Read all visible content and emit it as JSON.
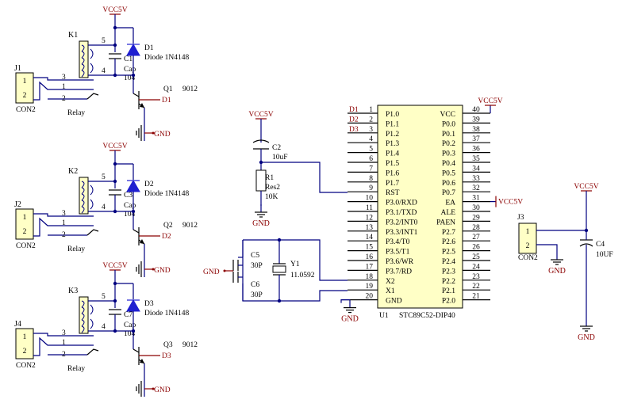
{
  "colors": {
    "wire": "#000080",
    "net": "#8b0000",
    "body": "#ffffc6",
    "diode": "#1f1fd0",
    "text": "#000000"
  },
  "nets": {
    "vcc": "VCC5V",
    "gnd": "GND",
    "d1": "D1",
    "d2": "D2",
    "d3": "D3"
  },
  "relay_stages": [
    {
      "relay": "K1",
      "jack": "J1",
      "jack_type": "CON2",
      "relay_type": "Relay",
      "cap": "C1",
      "cap_value": "Cap",
      "cap_extra": "104",
      "diode": "D1",
      "diode_type": "Diode 1N4148",
      "transistor": "Q1",
      "transistor_type": "9012",
      "drive_net": "D1"
    },
    {
      "relay": "K2",
      "jack": "J2",
      "jack_type": "CON2",
      "relay_type": "Relay",
      "cap": "C3",
      "cap_value": "Cap",
      "cap_extra": "104",
      "diode": "D2",
      "diode_type": "Diode 1N4148",
      "transistor": "Q2",
      "transistor_type": "9012",
      "drive_net": "D2"
    },
    {
      "relay": "K3",
      "jack": "J4",
      "jack_type": "CON2",
      "relay_type": "Relay",
      "cap": "C7",
      "cap_value": "Cap",
      "cap_extra": "104",
      "diode": "D3",
      "diode_type": "Diode 1N4148",
      "transistor": "Q3",
      "transistor_type": "9012",
      "drive_net": "D3"
    }
  ],
  "relay_pins": {
    "coil_top": "5",
    "coil_bottom": "4",
    "contact_1": "3",
    "contact_2": "1",
    "contact_3": "2"
  },
  "jack_pins": [
    "1",
    "2"
  ],
  "reset": {
    "cap": "C2",
    "cap_value": "10uF",
    "res": "R1",
    "res_type": "Res2",
    "res_value": "10K"
  },
  "crystal": {
    "c5": "C5",
    "c5_value": "30P",
    "c6": "C6",
    "c6_value": "30P",
    "xtal": "Y1",
    "xtal_value": "11.0592"
  },
  "mcu": {
    "ref": "U1",
    "part": "STC89C52-DIP40",
    "left_pins": [
      {
        "num": "1",
        "name": "P1.0",
        "net": "D1"
      },
      {
        "num": "2",
        "name": "P1.1",
        "net": "D2"
      },
      {
        "num": "3",
        "name": "P1.2",
        "net": "D3"
      },
      {
        "num": "4",
        "name": "P1.3"
      },
      {
        "num": "5",
        "name": "P1.4"
      },
      {
        "num": "6",
        "name": "P1.5"
      },
      {
        "num": "7",
        "name": "P1.6"
      },
      {
        "num": "8",
        "name": "P1.7"
      },
      {
        "num": "9",
        "name": "RST"
      },
      {
        "num": "10",
        "name": "P3.0/RXD"
      },
      {
        "num": "11",
        "name": "P3.1/TXD"
      },
      {
        "num": "12",
        "name": "P3.2/INT0"
      },
      {
        "num": "13",
        "name": "P3.3/INT1"
      },
      {
        "num": "14",
        "name": "P3.4/T0"
      },
      {
        "num": "15",
        "name": "P3.5/T1"
      },
      {
        "num": "16",
        "name": "P3.6/WR"
      },
      {
        "num": "17",
        "name": "P3.7/RD"
      },
      {
        "num": "18",
        "name": "X2"
      },
      {
        "num": "19",
        "name": "X1"
      },
      {
        "num": "20",
        "name": "GND"
      }
    ],
    "right_pins": [
      {
        "num": "40",
        "name": "VCC"
      },
      {
        "num": "39",
        "name": "P0.0"
      },
      {
        "num": "38",
        "name": "P0.1"
      },
      {
        "num": "37",
        "name": "P0.2"
      },
      {
        "num": "36",
        "name": "P0.3"
      },
      {
        "num": "35",
        "name": "P0.4"
      },
      {
        "num": "34",
        "name": "P0.5"
      },
      {
        "num": "33",
        "name": "P0.6"
      },
      {
        "num": "32",
        "name": "P0.7"
      },
      {
        "num": "31",
        "name": "EA"
      },
      {
        "num": "30",
        "name": "ALE"
      },
      {
        "num": "29",
        "name": "PAEN"
      },
      {
        "num": "28",
        "name": "P2.7"
      },
      {
        "num": "27",
        "name": "P2.6"
      },
      {
        "num": "26",
        "name": "P2.5"
      },
      {
        "num": "25",
        "name": "P2.4"
      },
      {
        "num": "24",
        "name": "P2.3"
      },
      {
        "num": "23",
        "name": "P2.2"
      },
      {
        "num": "22",
        "name": "P2.1"
      },
      {
        "num": "21",
        "name": "P2.0"
      }
    ]
  },
  "power": {
    "jack": "J3",
    "jack_type": "CON2",
    "cap": "C4",
    "cap_value": "10UF"
  }
}
